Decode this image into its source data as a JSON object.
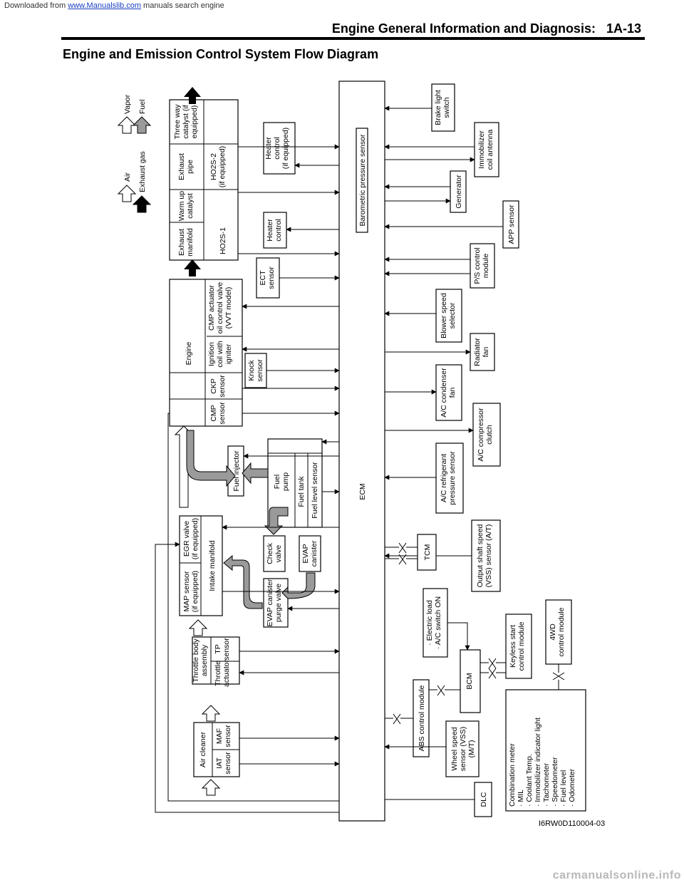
{
  "top_line": {
    "downloaded_from": "Downloaded from",
    "link": "www.Manualslib.com",
    "suffix": "manuals search engine"
  },
  "header": {
    "title": "Engine General Information and Diagnosis:",
    "page": "1A-13"
  },
  "section_title": "Engine and Emission Control System Flow Diagram",
  "legend": {
    "air": "Air",
    "vapor": "Vapor",
    "exhaust_gas": "Exhaust gas",
    "fuel": "Fuel"
  },
  "ecm": "ECM",
  "barometric": "Barometric pressure sensor",
  "engine": {
    "title": "Engine",
    "cmp_sensor": [
      "CMP",
      "sensor"
    ],
    "ckp_sensor": [
      "CKP",
      "sensor"
    ],
    "ignition": [
      "Ignition",
      "coil with",
      "igniter"
    ],
    "cmp_actuator": [
      "CMP actuator",
      "oil control valve",
      "(VVT model)"
    ]
  },
  "exhaust": {
    "manifold": [
      "Exhaust",
      "manifold"
    ],
    "warm_up": [
      "Warm up",
      "catalyst"
    ],
    "pipe": [
      "Exhaust",
      "pipe"
    ],
    "three_way": [
      "Three way",
      "catalyst (if",
      "equipped)"
    ],
    "ho2s1": "HO2S-1",
    "ho2s2": [
      "HO2S-2",
      "(if equipped)"
    ]
  },
  "intake": {
    "map_sensor": [
      "MAP sensor",
      "(if equipped)"
    ],
    "egr_valve": [
      "EGR valve",
      "(if equipped)"
    ],
    "manifold": "Intake manifold"
  },
  "throttle": {
    "title": [
      "Throttle body",
      "assembly"
    ],
    "actuator": [
      "Throttle",
      "actuator"
    ],
    "tp_sensor": [
      "TP",
      "sensor"
    ]
  },
  "air_cleaner": {
    "title": "Air cleaner",
    "iat": [
      "IAT",
      "sensor"
    ],
    "maf": [
      "MAF",
      "sensor"
    ]
  },
  "fuel": {
    "injector": "Fuel injector",
    "pump": [
      "Fuel",
      "pump"
    ],
    "tank": "Fuel tank",
    "level_sensor": "Fuel level sensor"
  },
  "evap": {
    "check_valve": [
      "Check",
      "valve"
    ],
    "canister": [
      "EVAP",
      "canister"
    ],
    "purge_valve": [
      "EVAP canister",
      "purge valve"
    ]
  },
  "sensors_left": {
    "ect": [
      "ECT",
      "sensor"
    ],
    "knock": [
      "Knock",
      "sensor"
    ],
    "heater1": [
      "Heater",
      "control"
    ],
    "heater2": [
      "Heater",
      "control",
      "(if equipped)"
    ]
  },
  "right_devices": {
    "brake": [
      "Brake light",
      "switch"
    ],
    "immobilizer": [
      "Immobilizer",
      "coil antenna"
    ],
    "generator": "Generator",
    "app": "APP sensor",
    "ps": [
      "P/S control",
      "module"
    ],
    "blower": [
      "Blower speed",
      "selector"
    ],
    "radiator": [
      "Radiator",
      "fan"
    ],
    "ac_condenser": [
      "A/C condenser",
      "fan"
    ],
    "ac_compressor": [
      "A/C compressor",
      "clutch"
    ],
    "ac_refrigerant": [
      "A/C refrigerant",
      "pressure sensor"
    ],
    "output_shaft": [
      "Output shaft speed",
      "(VSS) sensor (A/T)"
    ],
    "tcm": "TCM",
    "electric_load": [
      "· Electric load",
      "· A/C switch ON"
    ],
    "keyless": [
      "Keyless start",
      "control module"
    ],
    "fourwd": [
      "4WD",
      "control module"
    ],
    "bcm": "BCM",
    "abs": "ABS control module",
    "wheel_speed": [
      "Wheel speed",
      "sensor (VSS)",
      "(M/T)"
    ],
    "dlc": "DLC",
    "combination": [
      "Combination meter",
      "· MIL",
      "· Coolant Temp.",
      "· Immobilizer indicator light",
      "· Tachometer",
      "· Speedometer",
      "· Fuel level",
      "· Odometer"
    ]
  },
  "figure_code": "I6RW0D110004-03",
  "footer": "carmanualsonline.info"
}
